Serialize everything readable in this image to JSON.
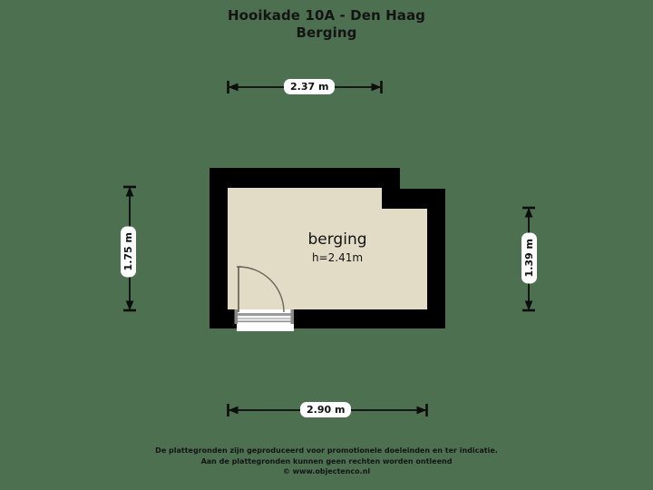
{
  "document": {
    "title_line_1": "Hooikade 10A - Den Haag",
    "title_line_2": "Berging"
  },
  "colors": {
    "background": "#4c7050",
    "wall": "#000000",
    "room_fill": "#e2dcc6",
    "door_leaf": "#ffffff",
    "door_arc": "#6b6459",
    "threshold": "#b0b0b0",
    "text": "#131313",
    "chip_background": "#ffffff"
  },
  "plan": {
    "room": {
      "name": "berging",
      "height_label": "h=2.41m"
    },
    "dimensions": {
      "top": {
        "label": "2.37 m",
        "value": 2.37,
        "unit": "m",
        "orientation": "horizontal",
        "position": "top"
      },
      "bottom": {
        "label": "2.90 m",
        "value": 2.9,
        "unit": "m",
        "orientation": "horizontal",
        "position": "bottom"
      },
      "left": {
        "label": "1.75 m",
        "value": 1.75,
        "unit": "m",
        "orientation": "vertical",
        "position": "left"
      },
      "right": {
        "label": "1.39 m",
        "value": 1.39,
        "unit": "m",
        "orientation": "vertical",
        "position": "right"
      }
    },
    "door": {
      "type": "single-swing",
      "hinge": "left",
      "location": "bottom-wall"
    }
  },
  "footer": {
    "line_1": "De plattegronden zijn geproduceerd voor promotionele doeleinden en ter indicatie.",
    "line_2": "Aan de plattegronden kunnen geen rechten worden ontleend",
    "line_3": "© www.objectenco.nl"
  }
}
